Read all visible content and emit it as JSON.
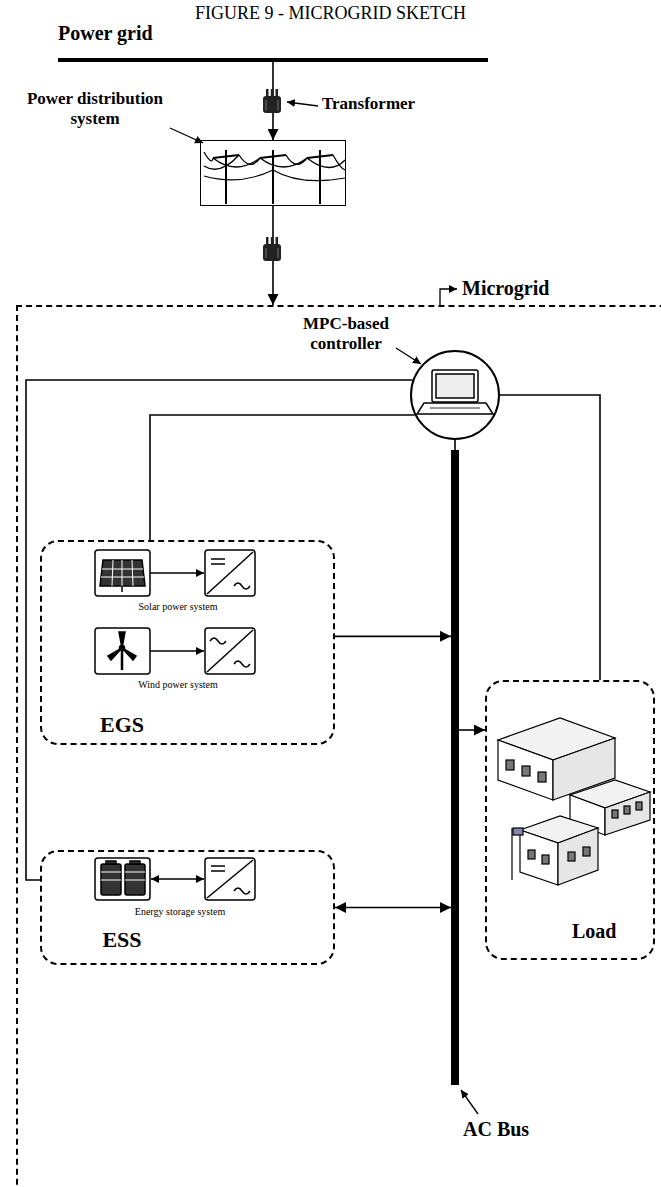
{
  "diagram": {
    "title": "FIGURE 9 - MICROGRID SKETCH",
    "nodes": [
      {
        "text": [
          "Power grid"
        ]
      },
      {
        "text": [
          "Power distribution system"
        ]
      },
      {
        "text": [
          "Microgrid"
        ]
      },
      {
        "text": [
          "MPC-based controller"
        ],
        "in": 2
      },
      {
        "text": [
          "EGS"
        ],
        "in": 2
      },
      {
        "text": [
          "Solar power system"
        ],
        "in": 4
      },
      {
        "text": [
          "Wind power system"
        ],
        "in": 4
      },
      {
        "text": [
          "Load"
        ],
        "in": 2
      },
      {
        "text": [
          "Energy storage system",
          "ESS"
        ],
        "in": 2
      },
      {
        "text": [
          "AC Bus"
        ],
        "in": 2
      }
    ],
    "edges": [
      {
        "from": 0,
        "to": 1,
        "arrow": "to"
      },
      {
        "from": 1,
        "to": 2,
        "arrow": "to"
      },
      {
        "from": 3,
        "to": 4,
        "arrow": "none"
      },
      {
        "from": 3,
        "to": 8,
        "arrow": "none"
      },
      {
        "from": 3,
        "to": 7,
        "arrow": "none"
      },
      {
        "from": 3,
        "to": 9,
        "arrow": "none"
      },
      {
        "from": 4,
        "to": 9,
        "arrow": "to"
      },
      {
        "from": 9,
        "to": 7,
        "arrow": "to"
      },
      {
        "from": 8,
        "to": 9,
        "arrow": "both"
      }
    ],
    "labels": [
      "Transformer"
    ]
  }
}
